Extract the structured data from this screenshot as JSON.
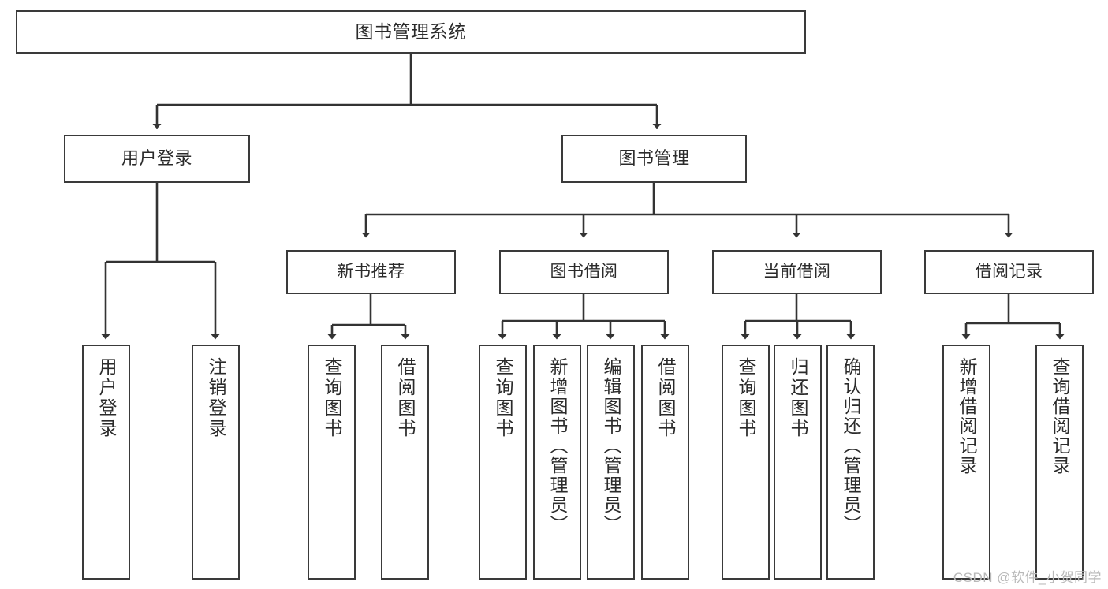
{
  "diagram": {
    "title": "图书管理系统",
    "type": "tree-hierarchy",
    "watermark": "CSDN @软件_小贺同学",
    "colors": {
      "background": "#ffffff",
      "box_border": "#3a3a3a",
      "box_fill": "#ffffff",
      "text": "#2b2b2b",
      "connector": "#333333",
      "watermark": "#b9b9b9"
    }
  },
  "nodes": {
    "root": {
      "label": "图书管理系统"
    },
    "level2": [
      {
        "id": "user-login",
        "label": "用户登录"
      },
      {
        "id": "book-management",
        "label": "图书管理"
      }
    ],
    "level3": [
      {
        "id": "new-book-recommend",
        "label": "新书推荐"
      },
      {
        "id": "book-borrow",
        "label": "图书借阅"
      },
      {
        "id": "current-borrow",
        "label": "当前借阅"
      },
      {
        "id": "borrow-record",
        "label": "借阅记录"
      }
    ],
    "leaves": {
      "user-login": [
        {
          "id": "leaf-user-login",
          "label": "用户登录"
        },
        {
          "id": "leaf-logout-login",
          "label": "注销登录"
        }
      ],
      "new-book-recommend": [
        {
          "id": "leaf-query-book-1",
          "label": "查询图书"
        },
        {
          "id": "leaf-borrow-book-1",
          "label": "借阅图书"
        }
      ],
      "book-borrow": [
        {
          "id": "leaf-query-book-2",
          "label": "查询图书"
        },
        {
          "id": "leaf-add-book",
          "label": "新增图书（管理员）"
        },
        {
          "id": "leaf-edit-book",
          "label": "编辑图书（管理员）"
        },
        {
          "id": "leaf-borrow-book-2",
          "label": "借阅图书"
        }
      ],
      "current-borrow": [
        {
          "id": "leaf-query-book-3",
          "label": "查询图书"
        },
        {
          "id": "leaf-return-book",
          "label": "归还图书"
        },
        {
          "id": "leaf-confirm-return",
          "label": "确认归还（管理员）"
        }
      ],
      "borrow-record": [
        {
          "id": "leaf-add-record",
          "label": "新增借阅记录"
        },
        {
          "id": "leaf-query-record",
          "label": "查询借阅记录"
        }
      ]
    }
  }
}
